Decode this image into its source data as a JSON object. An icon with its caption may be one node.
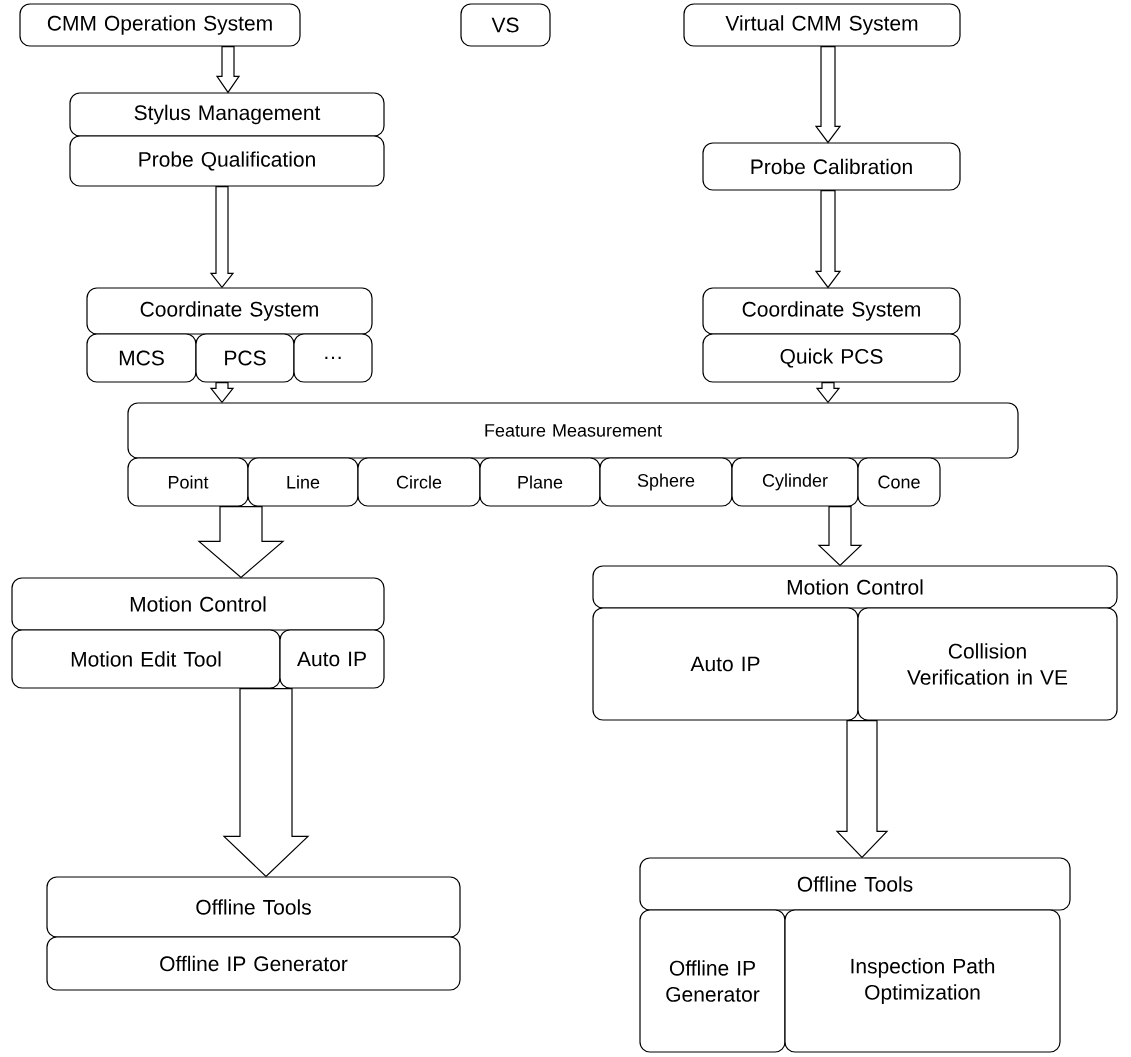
{
  "diagram": {
    "nodes": [
      {
        "text": [
          "CMM Operation System"
        ]
      },
      {
        "text": [
          "VS"
        ]
      },
      {
        "text": [
          "Virtual CMM System"
        ]
      },
      {
        "text": [
          "Stylus Management"
        ]
      },
      {
        "text": [
          "Probe Qualification"
        ]
      },
      {
        "text": [
          "Coordinate System"
        ]
      },
      {
        "text": [
          "MCS"
        ]
      },
      {
        "text": [
          "PCS"
        ]
      },
      {
        "text": [
          "…"
        ]
      },
      {
        "text": [
          "Probe Calibration"
        ]
      },
      {
        "text": [
          "Coordinate System"
        ]
      },
      {
        "text": [
          "Quick PCS"
        ]
      },
      {
        "text": [
          "Feature Measurement"
        ]
      },
      {
        "text": [
          "Point"
        ]
      },
      {
        "text": [
          "Line"
        ]
      },
      {
        "text": [
          "Circle"
        ]
      },
      {
        "text": [
          "Plane"
        ]
      },
      {
        "text": [
          "Sphere"
        ]
      },
      {
        "text": [
          "Cylinder"
        ]
      },
      {
        "text": [
          "Cone"
        ]
      },
      {
        "text": [
          "Motion Control"
        ]
      },
      {
        "text": [
          "Motion Edit Tool"
        ]
      },
      {
        "text": [
          "Auto IP"
        ]
      },
      {
        "text": [
          "Motion Control"
        ]
      },
      {
        "text": [
          "Auto IP"
        ]
      },
      {
        "text": [
          "Collision Verification in VE"
        ]
      },
      {
        "text": [
          "Offline Tools"
        ]
      },
      {
        "text": [
          "Offline IP Generator"
        ]
      },
      {
        "text": [
          "Offline Tools"
        ]
      },
      {
        "text": [
          "Offline IP Generator"
        ]
      },
      {
        "text": [
          "Inspection Path Optimization"
        ]
      }
    ],
    "edges": [
      {
        "from": 0,
        "to": 3,
        "arrow": "to"
      },
      {
        "from": 2,
        "to": 9,
        "arrow": "to"
      },
      {
        "from": 4,
        "to": 5,
        "arrow": "to"
      },
      {
        "from": 9,
        "to": 10,
        "arrow": "to"
      },
      {
        "from": 7,
        "to": 12,
        "arrow": "to"
      },
      {
        "from": 11,
        "to": 12,
        "arrow": "to"
      },
      {
        "from": 14,
        "to": 20,
        "arrow": "to"
      },
      {
        "from": 18,
        "to": 23,
        "arrow": "to"
      },
      {
        "from": 21,
        "to": 26,
        "arrow": "to"
      },
      {
        "from": 24,
        "to": 28,
        "arrow": "to"
      }
    ]
  }
}
